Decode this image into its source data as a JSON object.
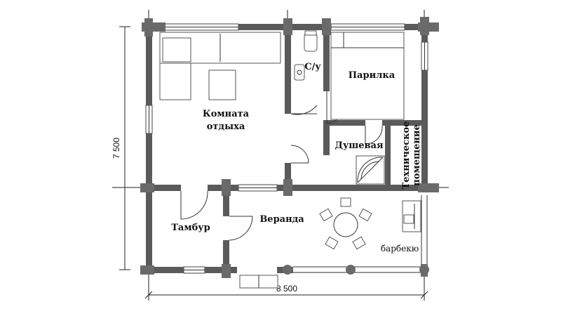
{
  "plan": {
    "dimensions": {
      "width": "8 500",
      "height": "7 500"
    },
    "rooms": {
      "living_line1": "Комната",
      "living_line2": "отдыха",
      "wc": "С/у",
      "sauna": "Парилка",
      "shower": "Душевая",
      "tech_line1": "Техническое",
      "tech_line2": "помещение",
      "vestibule": "Тамбур",
      "veranda": "Веранда",
      "bbq": "барбекю"
    }
  }
}
